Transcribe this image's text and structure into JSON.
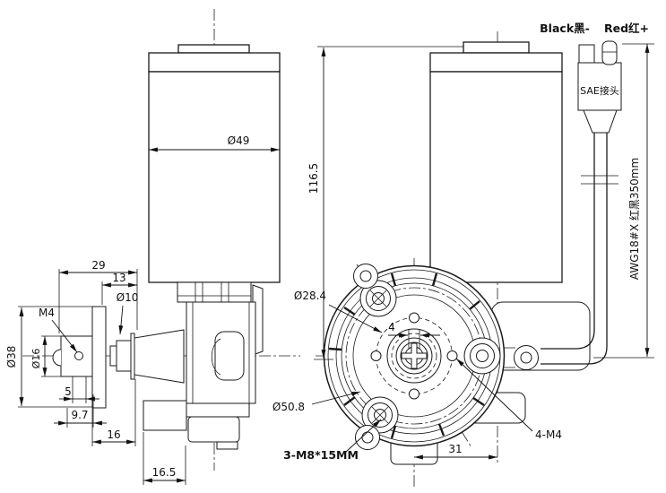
{
  "drawing": {
    "type": "gear-motor engineering drawing, two orthographic views with wiring detail",
    "colors": {
      "line": "#1a1a1a",
      "background": "#ffffff"
    },
    "side_view": {
      "dims": {
        "dia49": "Ø49",
        "w29": "29",
        "w13": "13",
        "dia10": "Ø10",
        "m4_thread": "M4",
        "dia38": "Ø38",
        "dia16": "Ø16",
        "d5": "5",
        "d9_7": "9.7",
        "w16": "16",
        "w16_5": "16.5"
      }
    },
    "front_view": {
      "dims": {
        "h116_5": "116.5",
        "dia28_4": "Ø28.4",
        "dia50_8": "Ø50.8",
        "slot4": "4",
        "dist31": "31",
        "m8_bosses": "3-M8*15MM",
        "m4_holes": "4-M4"
      }
    },
    "wiring": {
      "black_label": "Black黑-",
      "red_label": "Red红+",
      "connector_label": "SAE接头",
      "wire_spec": "AWG18#X 红黑350mm"
    }
  }
}
